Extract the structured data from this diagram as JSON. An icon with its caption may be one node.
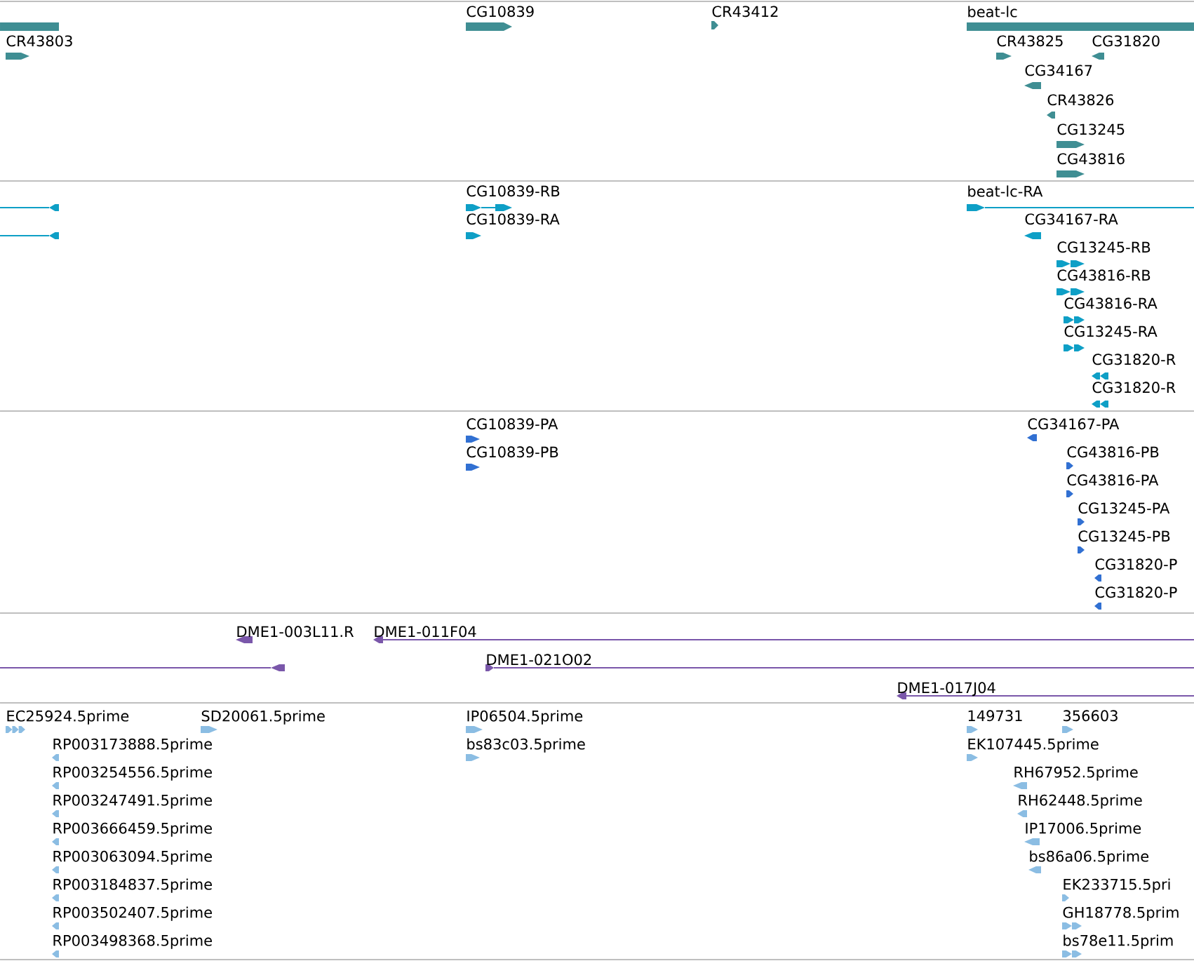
{
  "diagram": {
    "labels": [
      "CG10839",
      "CR43412",
      "beat-lc",
      "CR43803",
      "CR43825",
      "CG31820",
      "CG34167",
      "CR43826",
      "CG13245",
      "CG43816",
      "CG10839-RB",
      "beat-lc-RA",
      "CG10839-RA",
      "CG34167-RA",
      "CG13245-RB",
      "CG43816-RB",
      "CG43816-RA",
      "CG13245-RA",
      "CG31820-R",
      "CG31820-R",
      "CG10839-PA",
      "CG34167-PA",
      "CG10839-PB",
      "CG43816-PB",
      "CG43816-PA",
      "CG13245-PA",
      "CG13245-PB",
      "CG31820-P",
      "CG31820-P",
      "DME1-003L11.R",
      "DME1-011F04",
      "DME1-021O02",
      "DME1-017J04",
      "EC25924.5prime",
      "SD20061.5prime",
      "IP06504.5prime",
      "149731",
      "356603",
      "RP003173888.5prime",
      "RP003254556.5prime",
      "RP003247491.5prime",
      "RP003666459.5prime",
      "RP003063094.5prime",
      "RP003184837.5prime",
      "RP003502407.5prime",
      "RP003498368.5prime",
      "bs83c03.5prime",
      "EK107445.5prime",
      "RH67952.5prime",
      "RH62448.5prime",
      "IP17006.5prime",
      "bs86a06.5prime",
      "EK233715.5pri",
      "GH18778.5prim",
      "bs78e11.5prim"
    ]
  }
}
